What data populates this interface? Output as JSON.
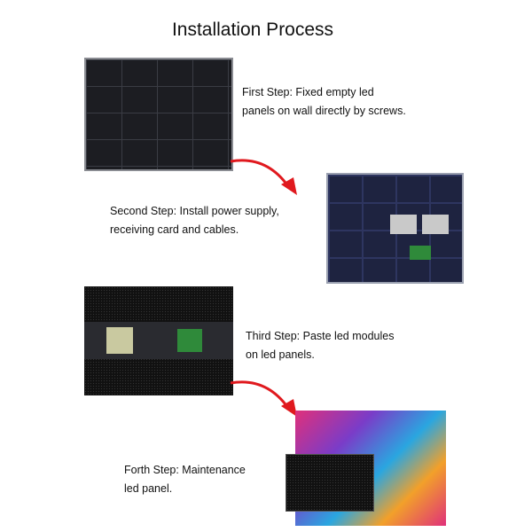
{
  "title": "Installation Process",
  "steps": [
    {
      "line1": "First Step: Fixed empty led",
      "line2": "panels on wall directly by screws."
    },
    {
      "line1": "Second Step: Install power supply,",
      "line2": "receiving card and cables."
    },
    {
      "line1": "Third Step: Paste led modules",
      "line2": " on led panels."
    },
    {
      "line1": "Forth Step: Maintenance",
      "line2": "led panel."
    }
  ],
  "colors": {
    "arrow": "#e0191e"
  }
}
